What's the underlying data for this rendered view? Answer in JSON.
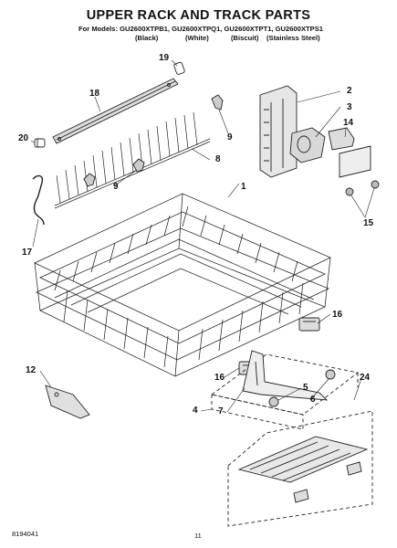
{
  "title": "UPPER RACK AND TRACK PARTS",
  "models_line": "For Models: GU2600XTPB1, GU2600XTPQ1, GU2600XTPT1, GU2600XTPS1",
  "colors": [
    "(Black)",
    "(White)",
    "(Biscuit)",
    "(Stainless Steel)"
  ],
  "callouts": {
    "c19": "19",
    "c18": "18",
    "c2": "2",
    "c3": "3",
    "c14": "14",
    "c20": "20",
    "c9a": "9",
    "c8": "8",
    "c9b": "9",
    "c1": "1",
    "c15": "15",
    "c17": "17",
    "c16a": "16",
    "c12": "12",
    "c16b": "16",
    "c5": "5",
    "c6": "6",
    "c24": "24",
    "c4": "4",
    "c7": "7"
  },
  "footer": {
    "part_number": "8194041",
    "page_number": "11"
  }
}
